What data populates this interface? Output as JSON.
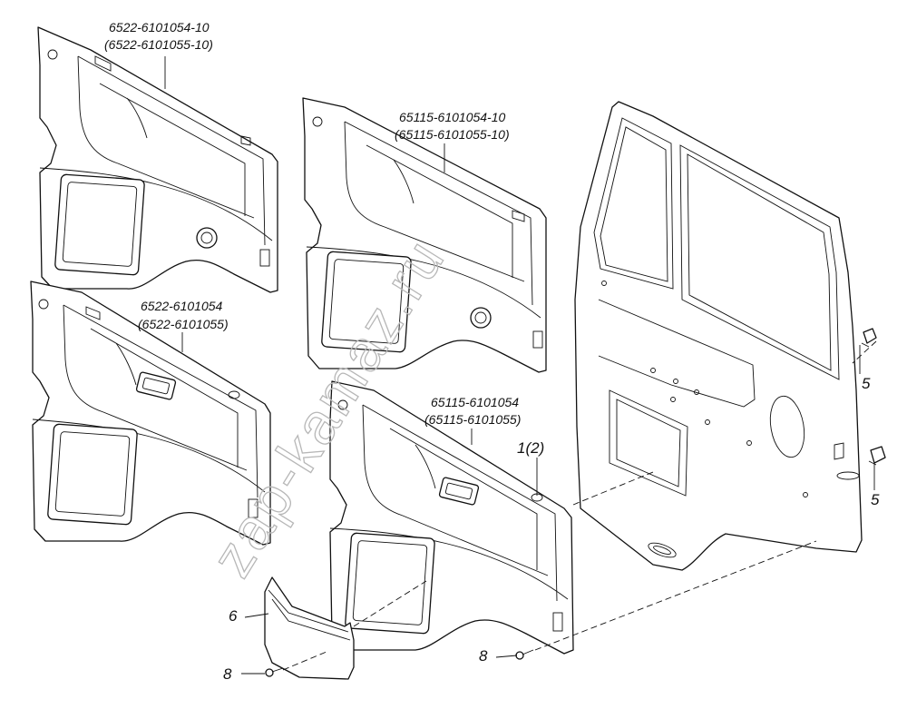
{
  "watermark": "zap-kamaz.ru",
  "labels": {
    "panel_a_1": "6522-6101054-10",
    "panel_a_2": "(6522-6101055-10)",
    "panel_b_1": "65115-6101054-10",
    "panel_b_2": "(65115-6101055-10)",
    "panel_c_1": "6522-6101054",
    "panel_c_2": "(6522-6101055)",
    "panel_d_1": "65115-6101054",
    "panel_d_2": "(65115-6101055)",
    "callout_1": "1(2)",
    "callout_5_top": "5",
    "callout_5_bottom": "5",
    "callout_6": "6",
    "callout_8_left": "8",
    "callout_8_right": "8"
  }
}
